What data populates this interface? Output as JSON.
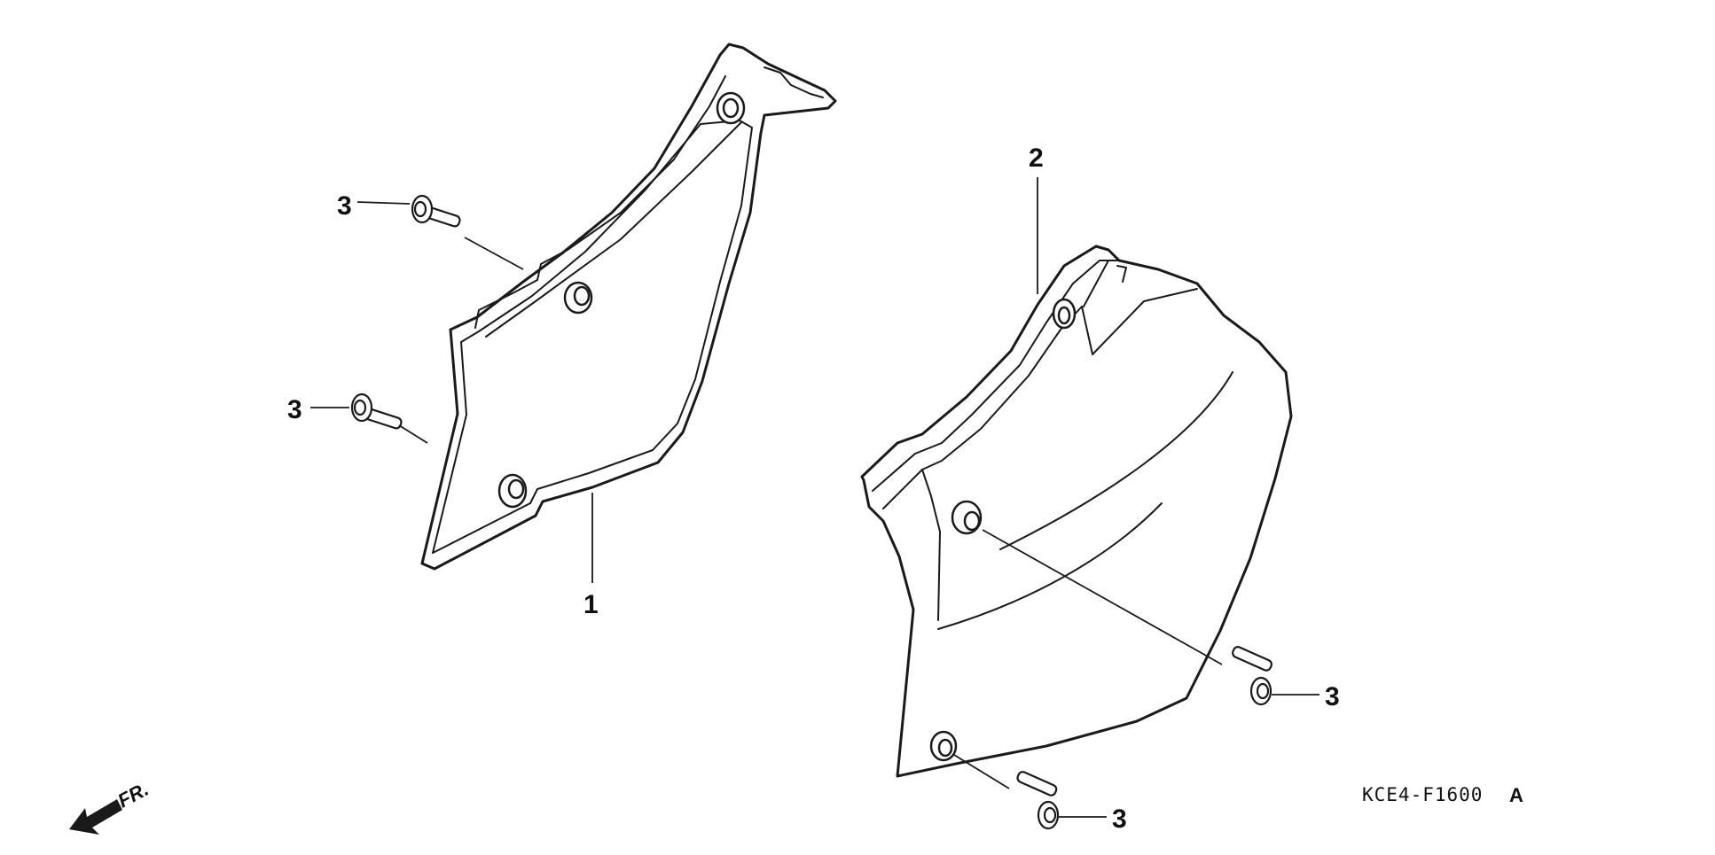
{
  "diagram": {
    "part_callouts": {
      "left_cover": "1",
      "right_cover": "2",
      "bolt": "3"
    },
    "drawing_code": "KCE4-F1600",
    "drawing_code_suffix": "A",
    "direction_label": "FR."
  },
  "colors": {
    "line": "#1a1a1a",
    "background": "#ffffff"
  }
}
